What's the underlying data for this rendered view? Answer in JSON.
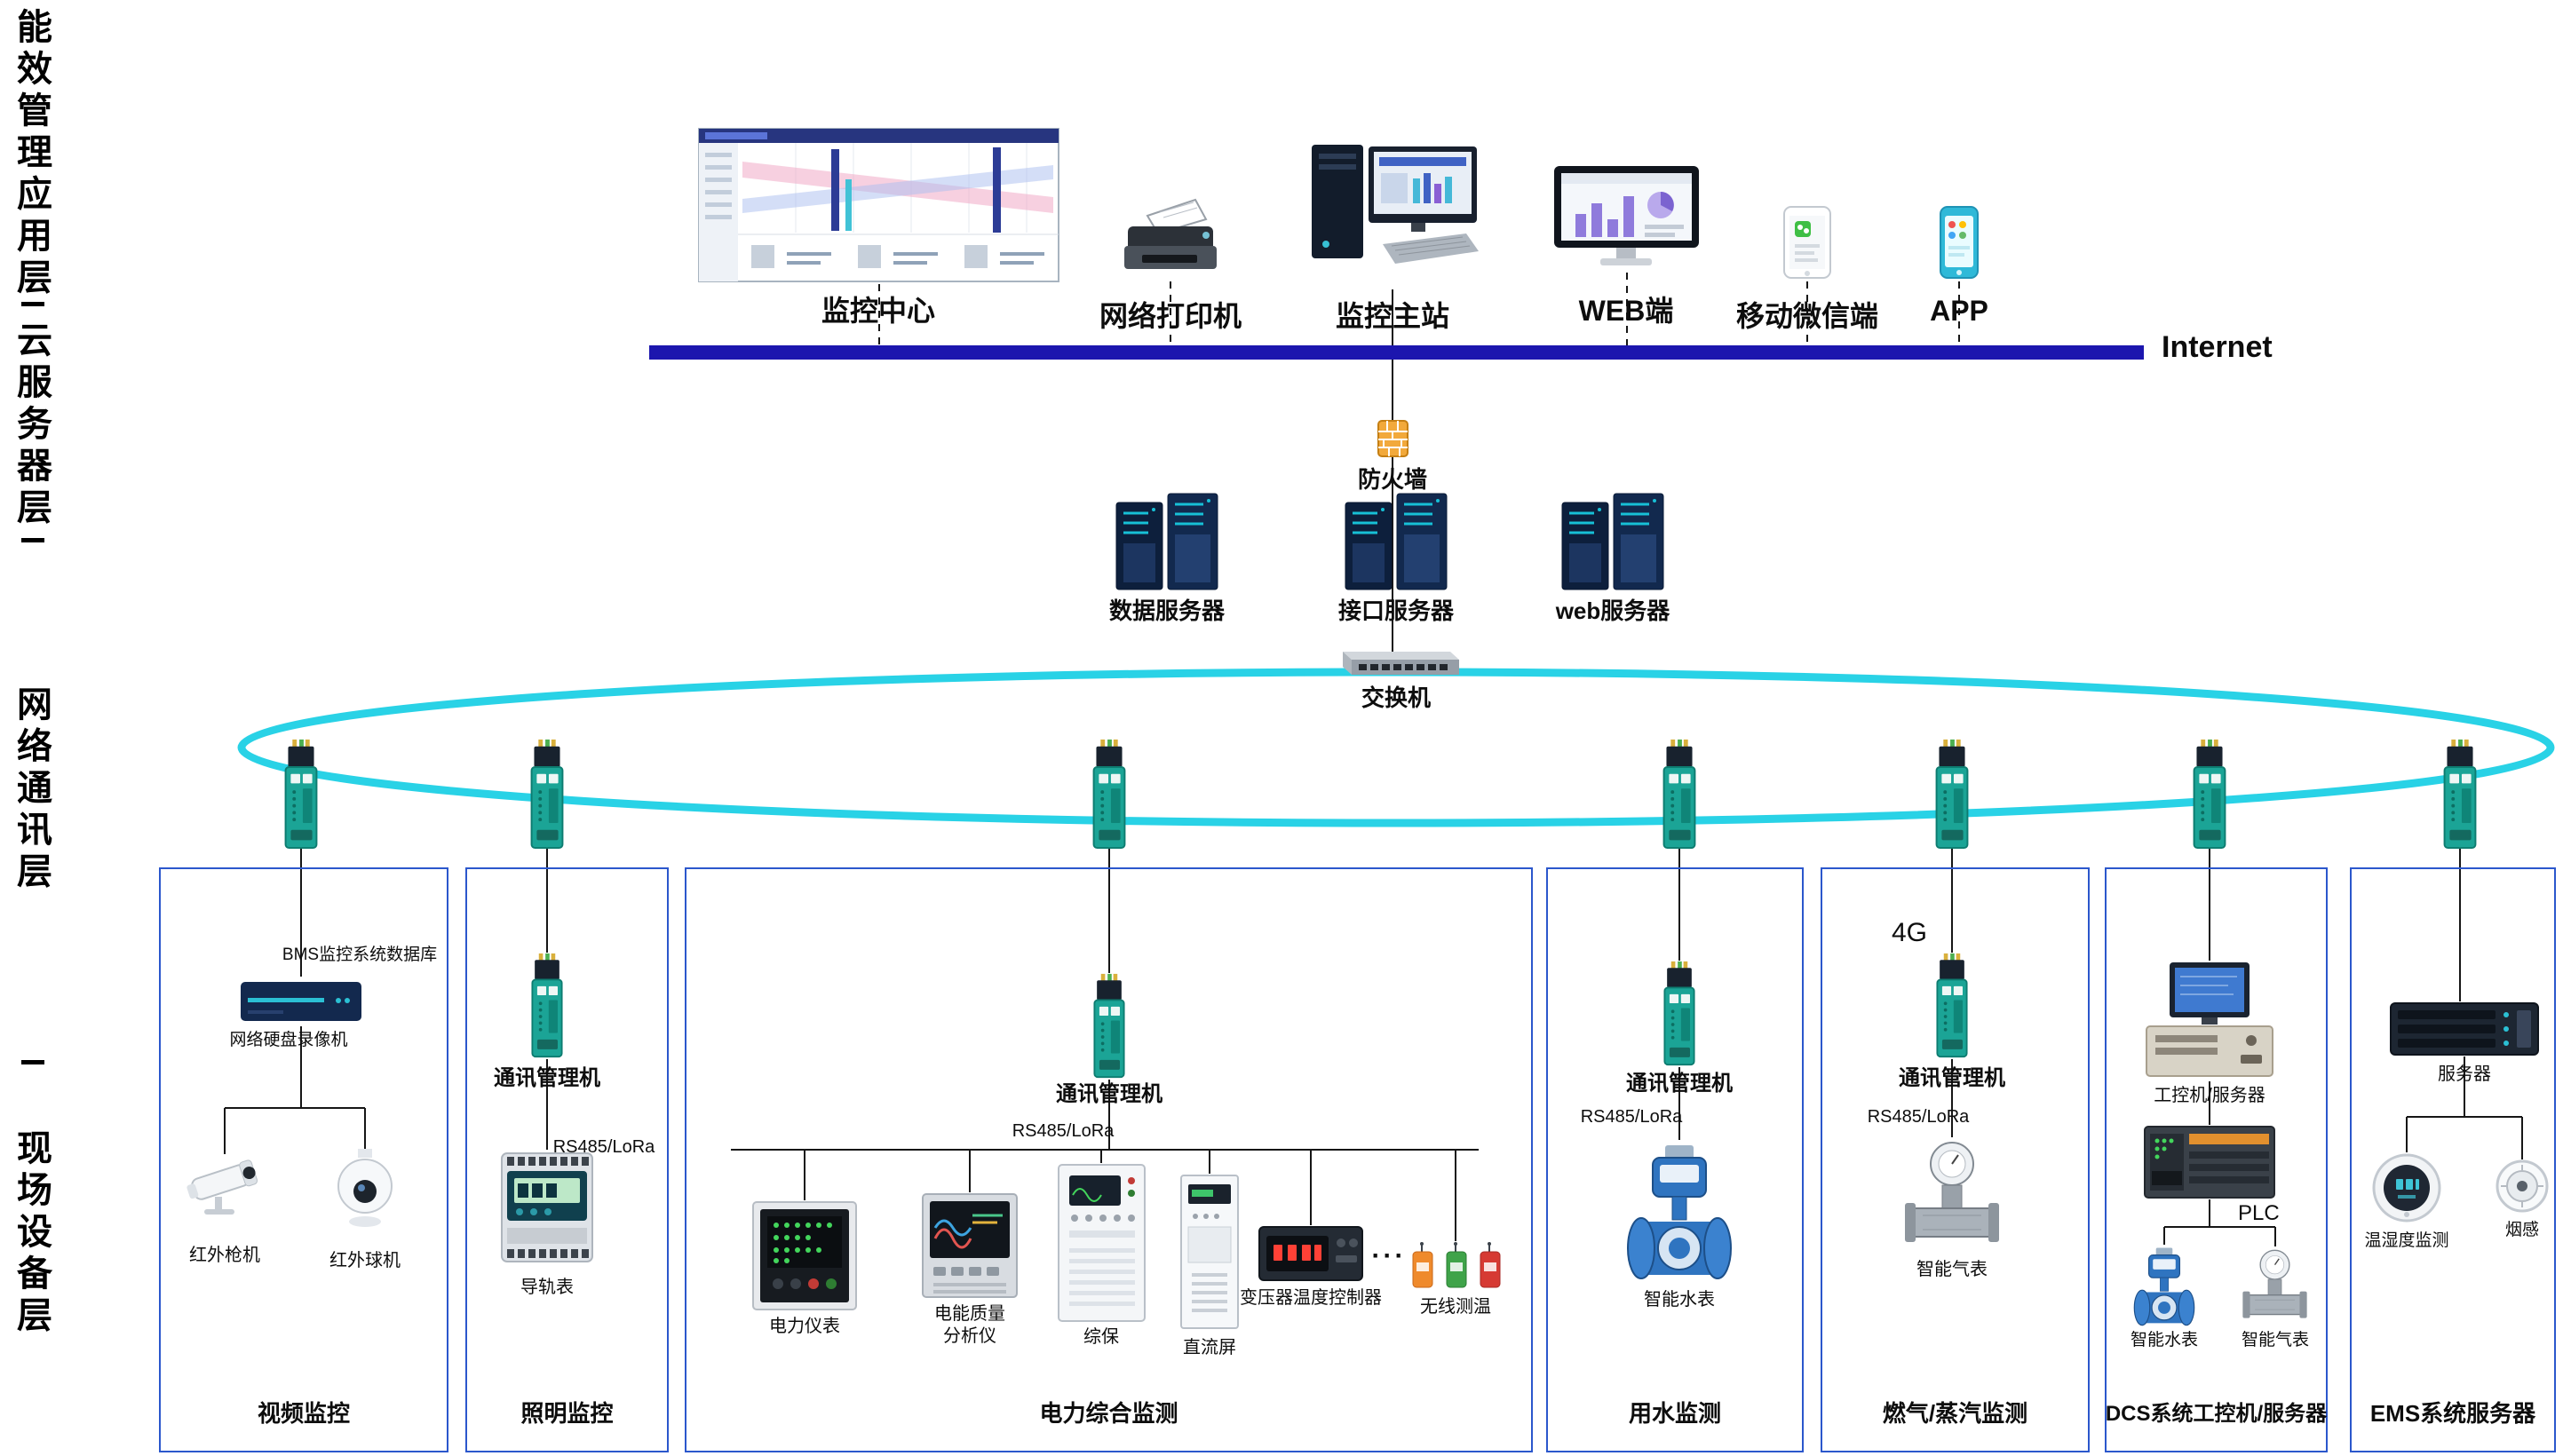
{
  "side_labels": {
    "app_layer": "能效管理应用层",
    "cloud_layer": "云服务器层",
    "network_layer": "网络通讯层",
    "field_layer": "现场设备层"
  },
  "top": {
    "monitor_center": "监控中心",
    "printer": "网络打印机",
    "master_station": "监控主站",
    "web": "WEB端",
    "wechat": "移动微信端",
    "app": "APP",
    "internet": "Internet"
  },
  "core": {
    "firewall": "防火墙",
    "data_server": "数据服务器",
    "interface_server": "接口服务器",
    "web_server": "web服务器",
    "switch": "交换机"
  },
  "gateway_label": "通讯管理机",
  "bus_label": "RS485/LoRa",
  "box_video": {
    "title": "视频监控",
    "bms": "BMS监控系统数据库",
    "nvr": "网络硬盘录像机",
    "bullet_cam": "红外枪机",
    "dome_cam": "红外球机"
  },
  "box_lighting": {
    "title": "照明监控",
    "meter": "导轨表"
  },
  "box_power": {
    "title": "电力综合监测",
    "power_meter": "电力仪表",
    "pq_line1": "电能质量",
    "pq_line2": "分析仪",
    "protection": "综保",
    "dc_panel": "直流屏",
    "temp_controller": "变压器温度控制器",
    "ellipsis": "···",
    "wireless_temp": "无线测温"
  },
  "box_water": {
    "title": "用水监测",
    "meter": "智能水表"
  },
  "box_gas": {
    "title": "燃气/蒸汽监测",
    "tag_4g": "4G",
    "meter": "智能气表"
  },
  "box_dcs": {
    "title": "DCS系统工控机/服务器",
    "ipc": "工控机/服务器",
    "plc": "PLC",
    "water_meter": "智能水表",
    "gas_meter": "智能气表"
  },
  "box_ems": {
    "title": "EMS系统服务器",
    "server": "服务器",
    "temp_humidity": "温湿度监测",
    "smoke": "烟感"
  },
  "colors": {
    "internet_bar": "#1c16ae",
    "ring": "#29d2e6",
    "box_border": "#2b57cc",
    "line": "#161616"
  }
}
